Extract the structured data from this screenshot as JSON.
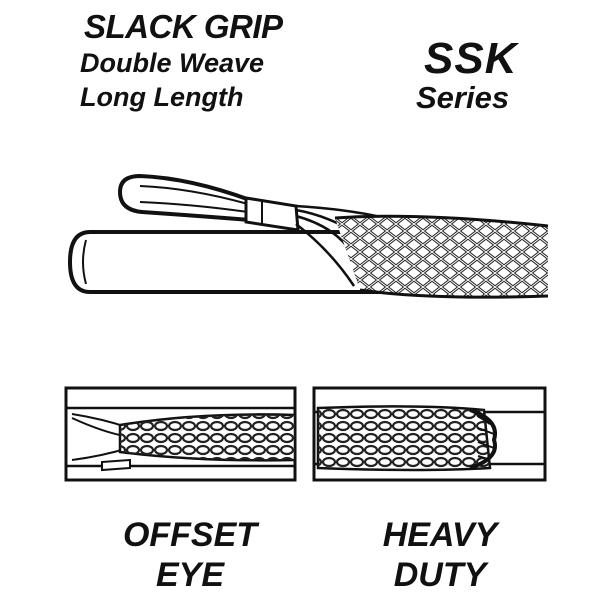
{
  "header": {
    "title_line1": "SLACK GRIP",
    "title_line2": "Double Weave",
    "title_line3": "Long Length",
    "series_code": "SSK",
    "series_label": "Series"
  },
  "captions": {
    "left_line1": "OFFSET",
    "left_line2": "EYE",
    "right_line1": "HEAVY",
    "right_line2": "DUTY"
  }
}
